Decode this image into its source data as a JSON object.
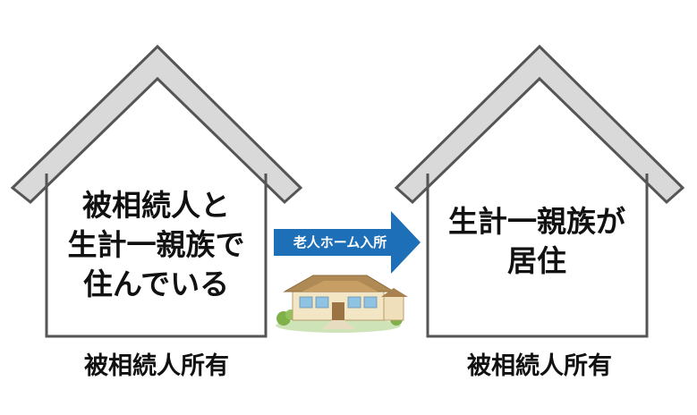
{
  "left_house": {
    "lines": [
      "被相続人と",
      "生計一親族で",
      "住んでいる"
    ],
    "owner": "被相続人所有"
  },
  "right_house": {
    "lines": [
      "生計一親族が",
      "居住"
    ],
    "owner": "被相続人所有"
  },
  "transition": {
    "label": "老人ホーム入所"
  },
  "colors": {
    "roof_fill": "#d9d9d9",
    "house_outline": "#555555",
    "arrow": "#1d6fb8",
    "text": "#111111"
  },
  "icons": {
    "nursing_home": "nursing-home-illustration"
  }
}
